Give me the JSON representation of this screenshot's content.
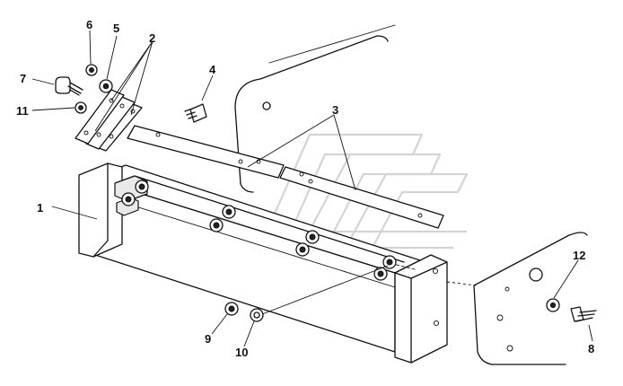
{
  "callouts": {
    "c1": "1",
    "c2": "2",
    "c3": "3",
    "c4": "4",
    "c5": "5",
    "c6": "6",
    "c7": "7",
    "c8": "8",
    "c9": "9",
    "c10": "10",
    "c11": "11",
    "c12": "12"
  },
  "colors": {
    "line": "#111111",
    "background": "#ffffff",
    "watermark": "#d4d4d4"
  },
  "icons": {
    "watermark": "diagonal-stripe-logo-watermark"
  }
}
